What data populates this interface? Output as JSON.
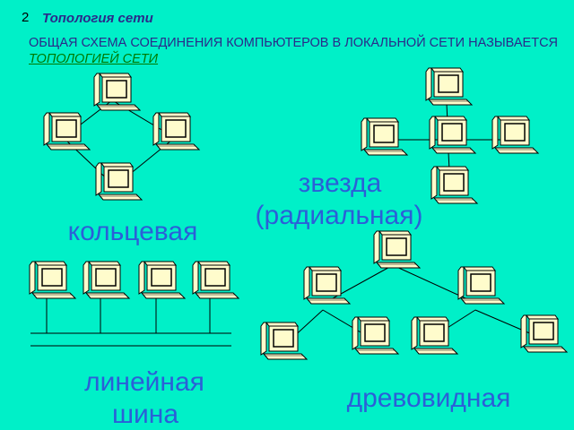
{
  "slide": {
    "number": "2",
    "title": "Топология сети",
    "intro_text": "ОБЩАЯ СХЕМА СОЕДИНЕНИЯ КОМПЬЮТЕРОВ В ЛОКАЛЬНОЙ СЕТИ НАЗЫВАЕТСЯ",
    "intro_term": "ТОПОЛОГИЕЙ СЕТИ"
  },
  "labels": {
    "ring": "кольцевая",
    "star_line1": "звезда",
    "star_line2": "(радиальная)",
    "bus_line1": "линейная",
    "bus_line2": "шина",
    "tree": "древовидная"
  },
  "colors": {
    "background": "#00f0c8",
    "computer_body": "#fffccc",
    "label": "#2b5fd8",
    "title": "#2a2a8a",
    "term": "#007a00"
  }
}
